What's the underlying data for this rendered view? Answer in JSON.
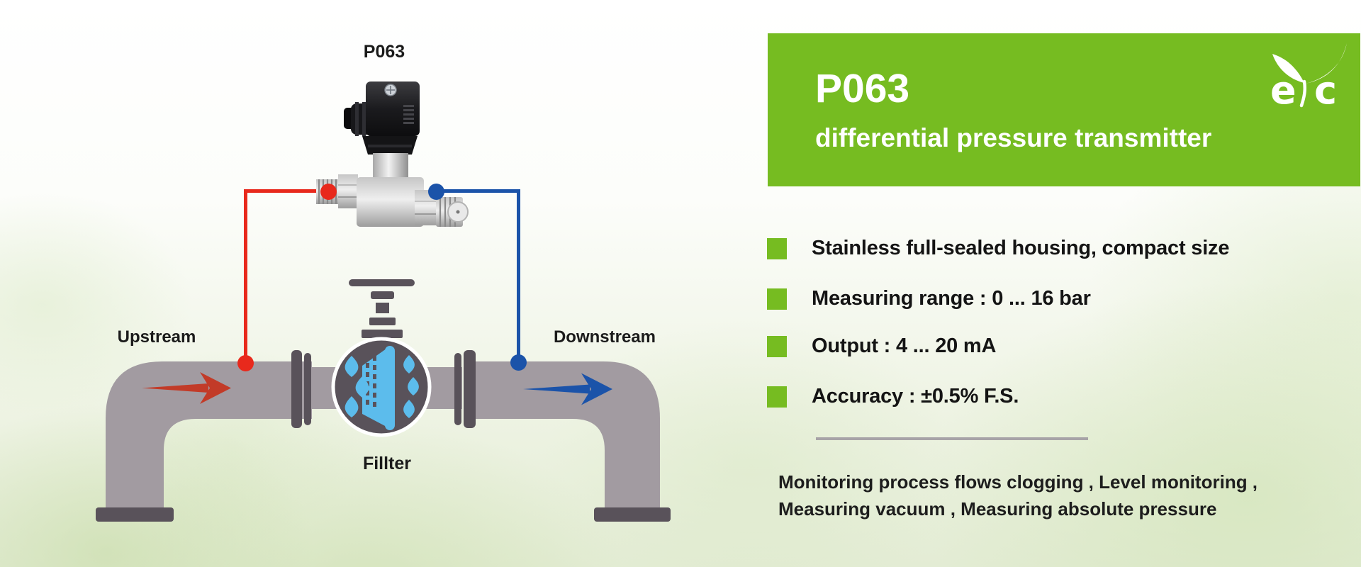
{
  "product": {
    "title": "P063",
    "subtitle": "differential pressure transmitter",
    "logo_letter_left": "e",
    "logo_letter_right": "c"
  },
  "diagram": {
    "device_label": "P063",
    "upstream_label": "Upstream",
    "downstream_label": "Downstream",
    "filter_label": "Fillter"
  },
  "features": [
    "Stainless full-sealed housing, compact size",
    "Measuring range : 0 ... 16 bar",
    "Output : 4 ... 20 mA",
    "Accuracy : ±0.5% F.S."
  ],
  "applications": {
    "line1": "Monitoring process flows clogging , Level monitoring ,",
    "line2": "Measuring vacuum , Measuring absolute pressure"
  },
  "colors": {
    "accent_green": "#76bc21",
    "red_line": "#e8291c",
    "arrow_red": "#c23b28",
    "blue_line": "#1b53a9",
    "pipe_gray": "#a29ba1",
    "dark_gray": "#59525a",
    "filter_blue": "#5cbcec",
    "divider_gray": "#a7a3a7"
  }
}
